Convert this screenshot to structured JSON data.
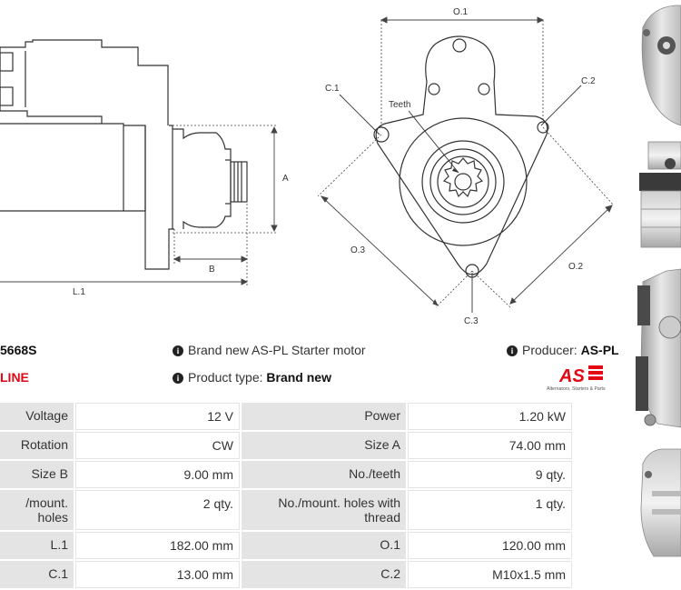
{
  "diagram": {
    "labels": {
      "o1": "O.1",
      "o2": "O.2",
      "o3": "O.3",
      "c1": "C.1",
      "c2": "C.2",
      "c3": "C.3",
      "teeth": "Teeth",
      "a": "A",
      "b": "B",
      "l1": "L.1"
    }
  },
  "product": {
    "part_number": "5668S",
    "line_label": "LINE",
    "brand_info": "Brand new AS-PL Starter motor",
    "product_type_label": "Product type:",
    "product_type_value": "Brand new",
    "producer_label": "Producer:",
    "producer_value": "AS-PL",
    "logo_text": "AS",
    "logo_tagline": "Alternators, Starters & Parts"
  },
  "specs": {
    "rows": [
      {
        "l1": "Voltage",
        "v1": "12 V",
        "l2": "Power",
        "v2": "1.20 kW"
      },
      {
        "l1": "Rotation",
        "v1": "CW",
        "l2": "Size A",
        "v2": "74.00 mm"
      },
      {
        "l1": "Size B",
        "v1": "9.00 mm",
        "l2": "No./teeth",
        "v2": "9 qty."
      },
      {
        "l1": "/mount. holes",
        "v1": "2 qty.",
        "l2": "No./mount. holes with thread",
        "v2": "1 qty."
      },
      {
        "l1": "L.1",
        "v1": "182.00 mm",
        "l2": "O.1",
        "v2": "120.00 mm"
      },
      {
        "l1": "C.1",
        "v1": "13.00 mm",
        "l2": "C.2",
        "v2": "M10x1.5 mm"
      }
    ]
  },
  "colors": {
    "accent_red": "#e30613",
    "label_bg": "#e4e4e4"
  },
  "icons": [
    "info-icon",
    "as-pl-logo"
  ]
}
